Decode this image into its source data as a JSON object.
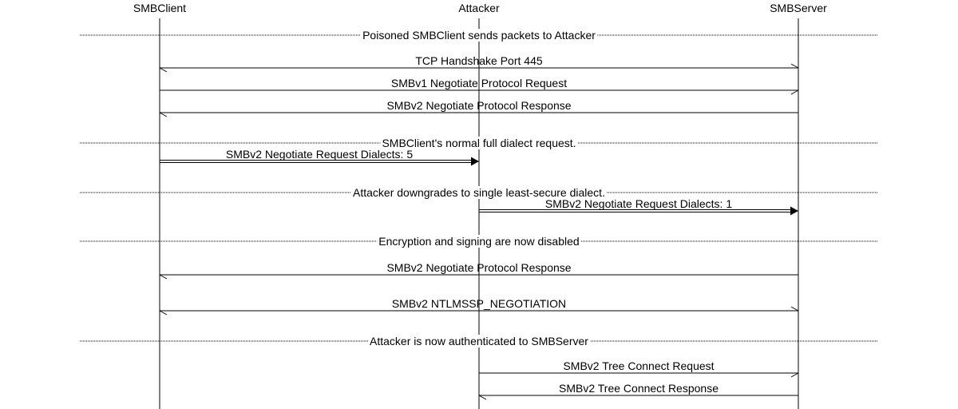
{
  "diagram": {
    "type": "sequence",
    "colors": {
      "line": "#000000",
      "background": "#ffffff"
    },
    "participants": [
      {
        "id": "client",
        "label": "SMBClient"
      },
      {
        "id": "attacker",
        "label": "Attacker"
      },
      {
        "id": "server",
        "label": "SMBServer"
      }
    ],
    "events": [
      {
        "kind": "divider",
        "label": "Poisoned SMBClient sends packets to Attacker"
      },
      {
        "kind": "message",
        "from": "server",
        "to": "client",
        "label": "TCP Handshake Port 445",
        "style": "open",
        "bidirectional": true
      },
      {
        "kind": "message",
        "from": "client",
        "to": "server",
        "label": "SMBv1 Negotiate Protocol Request",
        "style": "open"
      },
      {
        "kind": "message",
        "from": "server",
        "to": "client",
        "label": "SMBv2 Negotiate Protocol Response",
        "style": "open"
      },
      {
        "kind": "divider",
        "label": "SMBClient's normal full dialect request."
      },
      {
        "kind": "message",
        "from": "client",
        "to": "attacker",
        "label": "SMBv2 Negotiate Request Dialects: 5",
        "style": "filled"
      },
      {
        "kind": "divider",
        "label": "Attacker downgrades to single least-secure dialect."
      },
      {
        "kind": "message",
        "from": "attacker",
        "to": "server",
        "label": "SMBv2 Negotiate Request Dialects: 1",
        "style": "filled"
      },
      {
        "kind": "divider",
        "label": "Encryption and signing are now disabled"
      },
      {
        "kind": "message",
        "from": "server",
        "to": "client",
        "label": "SMBv2 Negotiate Protocol Response",
        "style": "open"
      },
      {
        "kind": "message",
        "from": "server",
        "to": "client",
        "label": "SMBv2 NTLMSSP_NEGOTIATION",
        "style": "open",
        "bidirectional": true
      },
      {
        "kind": "divider",
        "label": "Attacker is now authenticated to SMBServer"
      },
      {
        "kind": "message",
        "from": "attacker",
        "to": "server",
        "label": "SMBv2 Tree Connect Request",
        "style": "open"
      },
      {
        "kind": "message",
        "from": "server",
        "to": "attacker",
        "label": "SMBv2 Tree Connect Response",
        "style": "open"
      }
    ]
  }
}
